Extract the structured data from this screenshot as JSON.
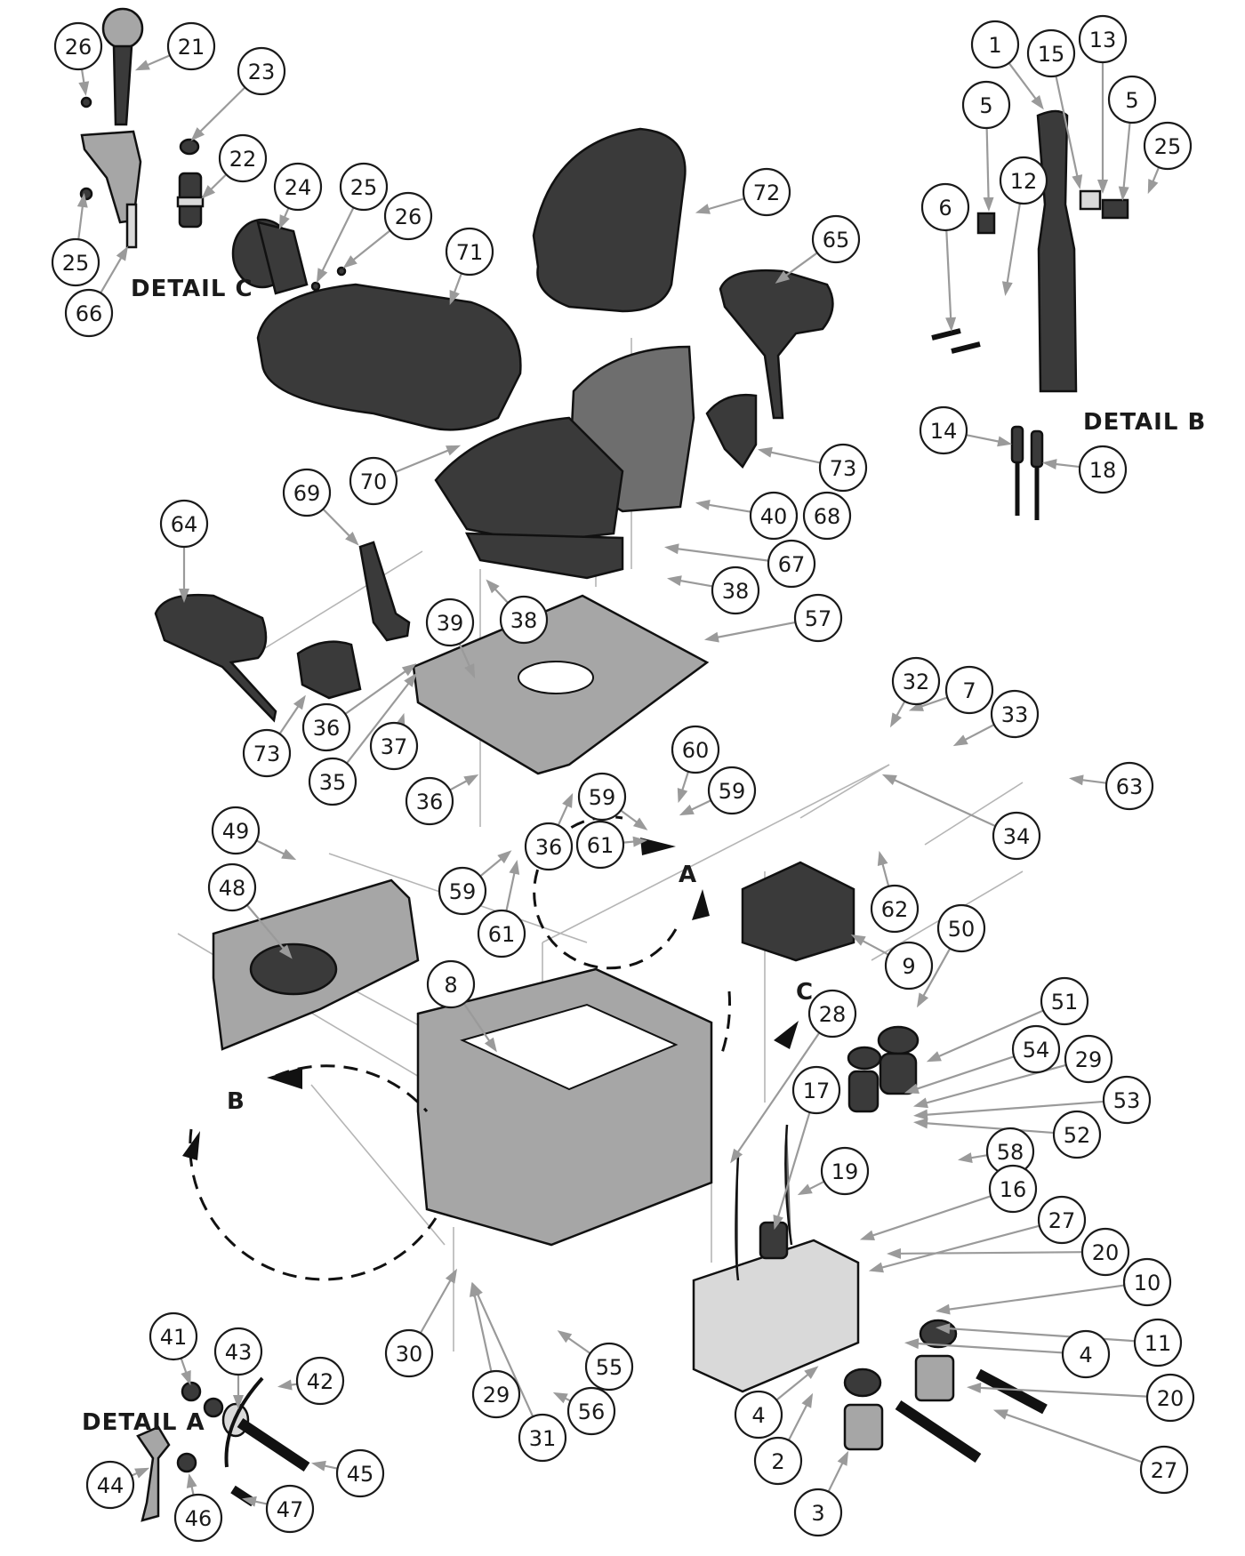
{
  "diagram": {
    "type": "exploded-parts-diagram",
    "subject": "Seat assembly with base frame, suspension, battery and filters",
    "detail_labels": {
      "detail_a": "DETAIL  A",
      "detail_b": "DETAIL  B",
      "detail_c": "DETAIL  C"
    },
    "detail_markers": {
      "a": "A",
      "b": "B",
      "c": "C"
    },
    "callouts": [
      {
        "id": "c26a",
        "label": "26"
      },
      {
        "id": "c21",
        "label": "21"
      },
      {
        "id": "c23",
        "label": "23"
      },
      {
        "id": "c22",
        "label": "22"
      },
      {
        "id": "c24",
        "label": "24"
      },
      {
        "id": "c25a",
        "label": "25"
      },
      {
        "id": "c26b",
        "label": "26"
      },
      {
        "id": "c25b",
        "label": "25"
      },
      {
        "id": "c66",
        "label": "66"
      },
      {
        "id": "c71",
        "label": "71"
      },
      {
        "id": "c72",
        "label": "72"
      },
      {
        "id": "c65",
        "label": "65"
      },
      {
        "id": "c70",
        "label": "70"
      },
      {
        "id": "c73a",
        "label": "73"
      },
      {
        "id": "c40",
        "label": "40"
      },
      {
        "id": "c68",
        "label": "68"
      },
      {
        "id": "c67",
        "label": "67"
      },
      {
        "id": "c38a",
        "label": "38"
      },
      {
        "id": "c38b",
        "label": "38"
      },
      {
        "id": "c69",
        "label": "69"
      },
      {
        "id": "c64",
        "label": "64"
      },
      {
        "id": "c39",
        "label": "39"
      },
      {
        "id": "c57",
        "label": "57"
      },
      {
        "id": "c73b",
        "label": "73"
      },
      {
        "id": "c36a",
        "label": "36"
      },
      {
        "id": "c37",
        "label": "37"
      },
      {
        "id": "c35",
        "label": "35"
      },
      {
        "id": "c36b",
        "label": "36"
      },
      {
        "id": "c60",
        "label": "60"
      },
      {
        "id": "c59a",
        "label": "59"
      },
      {
        "id": "c59b",
        "label": "59"
      },
      {
        "id": "c36c",
        "label": "36"
      },
      {
        "id": "c61a",
        "label": "61"
      },
      {
        "id": "c59c",
        "label": "59"
      },
      {
        "id": "c61b",
        "label": "61"
      },
      {
        "id": "c32",
        "label": "32"
      },
      {
        "id": "c7",
        "label": "7"
      },
      {
        "id": "c33",
        "label": "33"
      },
      {
        "id": "c63",
        "label": "63"
      },
      {
        "id": "c34",
        "label": "34"
      },
      {
        "id": "c62",
        "label": "62"
      },
      {
        "id": "c9",
        "label": "9"
      },
      {
        "id": "c49",
        "label": "49"
      },
      {
        "id": "c48",
        "label": "48"
      },
      {
        "id": "c8",
        "label": "8"
      },
      {
        "id": "c50",
        "label": "50"
      },
      {
        "id": "c28",
        "label": "28"
      },
      {
        "id": "c51",
        "label": "51"
      },
      {
        "id": "c54",
        "label": "54"
      },
      {
        "id": "c29a",
        "label": "29"
      },
      {
        "id": "c53",
        "label": "53"
      },
      {
        "id": "c52",
        "label": "52"
      },
      {
        "id": "c17",
        "label": "17"
      },
      {
        "id": "c58",
        "label": "58"
      },
      {
        "id": "c19",
        "label": "19"
      },
      {
        "id": "c16",
        "label": "16"
      },
      {
        "id": "c27a",
        "label": "27"
      },
      {
        "id": "c20a",
        "label": "20"
      },
      {
        "id": "c10",
        "label": "10"
      },
      {
        "id": "c11",
        "label": "11"
      },
      {
        "id": "c4a",
        "label": "4"
      },
      {
        "id": "c20b",
        "label": "20"
      },
      {
        "id": "c27b",
        "label": "27"
      },
      {
        "id": "c4b",
        "label": "4"
      },
      {
        "id": "c2",
        "label": "2"
      },
      {
        "id": "c3",
        "label": "3"
      },
      {
        "id": "c30",
        "label": "30"
      },
      {
        "id": "c29b",
        "label": "29"
      },
      {
        "id": "c31",
        "label": "31"
      },
      {
        "id": "c55",
        "label": "55"
      },
      {
        "id": "c56",
        "label": "56"
      },
      {
        "id": "c41",
        "label": "41"
      },
      {
        "id": "c43",
        "label": "43"
      },
      {
        "id": "c42",
        "label": "42"
      },
      {
        "id": "c44",
        "label": "44"
      },
      {
        "id": "c45",
        "label": "45"
      },
      {
        "id": "c46",
        "label": "46"
      },
      {
        "id": "c47",
        "label": "47"
      },
      {
        "id": "c1",
        "label": "1"
      },
      {
        "id": "c15",
        "label": "15"
      },
      {
        "id": "c13",
        "label": "13"
      },
      {
        "id": "c5a",
        "label": "5"
      },
      {
        "id": "c5b",
        "label": "5"
      },
      {
        "id": "c25c",
        "label": "25"
      },
      {
        "id": "c6",
        "label": "6"
      },
      {
        "id": "c12",
        "label": "12"
      },
      {
        "id": "c14",
        "label": "14"
      },
      {
        "id": "c18",
        "label": "18"
      }
    ]
  }
}
